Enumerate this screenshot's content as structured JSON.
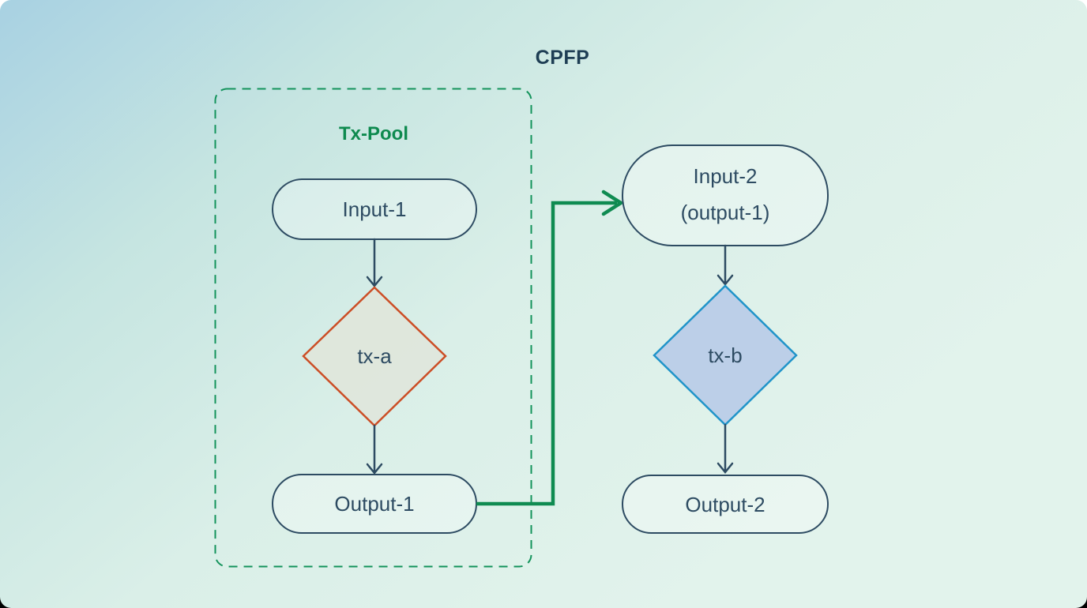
{
  "title": "CPFP",
  "pool": {
    "label": "Tx-Pool"
  },
  "nodes": {
    "input1": {
      "label": "Input-1"
    },
    "tx_a": {
      "label": "tx-a"
    },
    "output1": {
      "label": "Output-1"
    },
    "input2": {
      "label": "Input-2",
      "sublabel": "(output-1)"
    },
    "tx_b": {
      "label": "tx-b"
    },
    "output2": {
      "label": "Output-2"
    }
  },
  "colors": {
    "background_blue": "#a8d1e2",
    "background_mint": "#e2f3ec",
    "node_border_navy": "#2d4b62",
    "title_navy": "#1e3e54",
    "pool_green": "#0e8a4f",
    "connector_green": "#0f8b51",
    "tx_a_border_orange": "#cc4e26",
    "tx_a_fill": "#dfe6db",
    "tx_b_border_blue": "#2094c9",
    "tx_b_fill": "#b9cce8"
  }
}
